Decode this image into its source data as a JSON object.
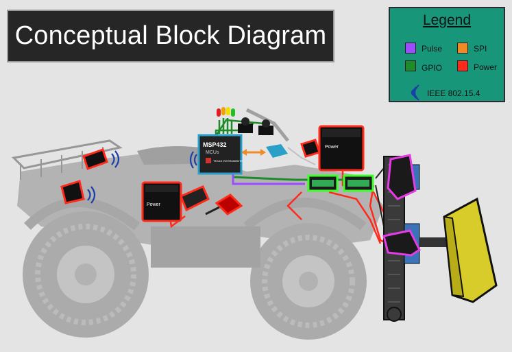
{
  "title": "Conceptual Block Diagram",
  "legend": {
    "heading": "Legend",
    "items": [
      {
        "label": "Pulse",
        "color": "#9b4dff"
      },
      {
        "label": "SPI",
        "color": "#f08a24"
      },
      {
        "label": "GPIO",
        "color": "#1f8a2a"
      },
      {
        "label": "Power",
        "color": "#ff2a1a"
      }
    ],
    "wireless_label": "IEEE 802.15.4",
    "wireless_icon": "wireless-signal-icon"
  },
  "components": {
    "mcu_label": "MSP432",
    "mcu_sub": "MCUs",
    "ti_label": "TEXAS INSTRUMENTS",
    "battery_label": "Power"
  },
  "colors": {
    "pulse": "#9b4dff",
    "spi": "#f08a24",
    "gpio": "#1f8a2a",
    "power": "#ff2a1a",
    "actuator": "#e63be6",
    "driver": "#3cff2a"
  }
}
